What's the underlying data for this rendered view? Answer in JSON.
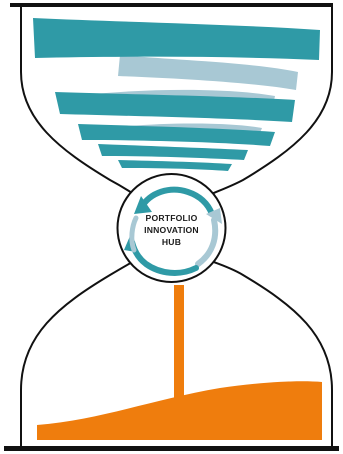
{
  "hub": {
    "label_lines": [
      "PORTFOLIO",
      "INNOVATION",
      "HUB"
    ]
  },
  "colors": {
    "frame": "#111111",
    "swirl_primary": "#2f9aa6",
    "swirl_secondary": "#a8c8d4",
    "sand": "#ef7d0d",
    "arrow_primary": "#2f9aa6",
    "arrow_secondary": "#a8c8d4"
  },
  "icons": {
    "top_swirl": "swirl-funnel-icon",
    "cycle_arrows": "circular-arrows-icon",
    "sand_stream": "falling-sand-icon",
    "sand_pile": "sand-pile-icon"
  }
}
